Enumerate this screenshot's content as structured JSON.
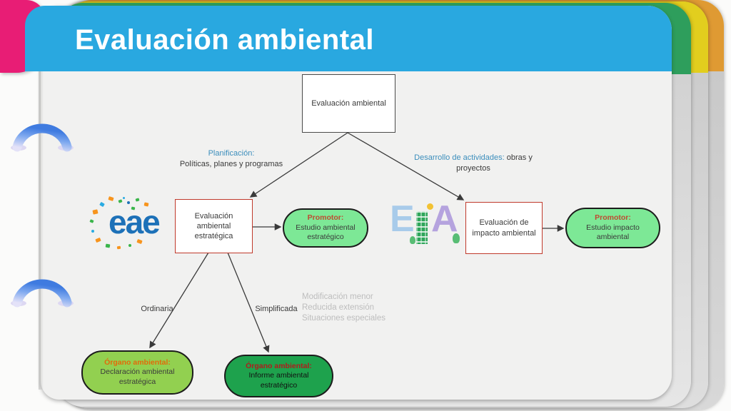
{
  "slide": {
    "title": "Evaluación ambiental",
    "colors": {
      "header_blue": "#29A8E0",
      "accent_pink": "#E81D75",
      "page_edge_green": "#2E9E5C",
      "page_edge_yellow": "#E2CE1E",
      "page_edge_orange": "#DF9A33",
      "box_border_red": "#C0392B",
      "promoter_green": "#7DE896",
      "declaration_green": "#92D050",
      "report_green": "#1EA24D",
      "label_blue": "#3C8EBC",
      "muted_gray": "#BDBDBD"
    }
  },
  "diagram": {
    "root_box": "Evaluación ambiental",
    "left_branch": {
      "highlight": "Planificación:",
      "rest": "Políticas, planes y programas"
    },
    "right_branch": {
      "highlight": "Desarrollo de actividades:",
      "rest": " obras y proyectos"
    },
    "eae_logo_text": "eae",
    "eia_logo": {
      "letter_e": "E",
      "letter_a": "A"
    },
    "left_box": "Evaluación ambiental estratégica",
    "right_box": "Evaluación de impacto ambiental",
    "left_promoter": {
      "label": "Promotor:",
      "text": "Estudio ambiental estratégico"
    },
    "right_promoter": {
      "label": "Promotor:",
      "text": "Estudio impacto ambiental"
    },
    "ordinaria_label": "Ordinaria",
    "simplificada_label": "Simplificada",
    "gray_notes": [
      "Modificación menor",
      "Reducida extensión",
      "Situaciones especiales"
    ],
    "organo_declaracion": {
      "label": "Órgano ambiental:",
      "text": " Declaración ambiental estratégica"
    },
    "organo_informe": {
      "label": "Órgano ambiental:",
      "text": "Informe ambiental estratégico"
    }
  }
}
